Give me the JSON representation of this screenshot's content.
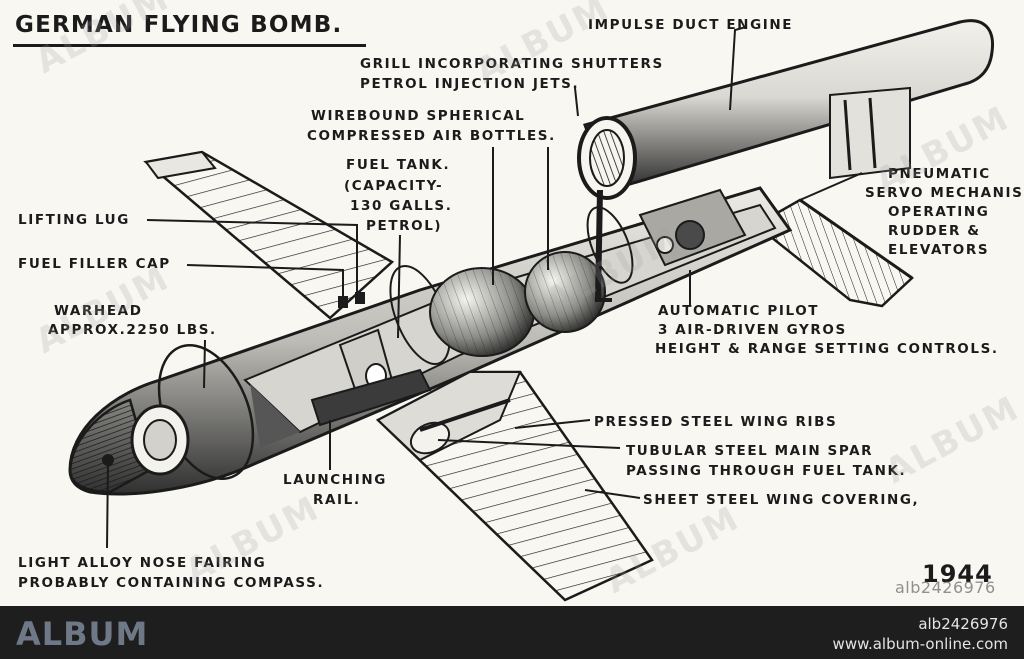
{
  "title": "GERMAN FLYING BOMB.",
  "year": "1944",
  "labels": {
    "impulse_duct_engine": "IMPULSE DUCT ENGINE",
    "grill_line1": "GRILL INCORPORATING SHUTTERS",
    "grill_line2": "PETROL INJECTION JETS.",
    "air_bottles_line1": "WIREBOUND SPHERICAL",
    "air_bottles_line2": "COMPRESSED AIR BOTTLES.",
    "fuel_tank_line1": "FUEL TANK.",
    "fuel_tank_line2": "(CAPACITY-",
    "fuel_tank_line3": "130 GALLS.",
    "fuel_tank_line4": "PETROL)",
    "lifting_lug": "LIFTING LUG",
    "fuel_filler_cap": "FUEL FILLER CAP",
    "warhead_line1": "WARHEAD",
    "warhead_line2": "APPROX.2250 LBS.",
    "servo_line1": "PNEUMATIC",
    "servo_line2": "SERVO MECHANISM",
    "servo_line3": "OPERATING",
    "servo_line4": "RUDDER &",
    "servo_line5": "ELEVATORS",
    "autopilot_line1": "AUTOMATIC PILOT",
    "autopilot_line2": "3 AIR-DRIVEN GYROS",
    "autopilot_line3": "HEIGHT & RANGE SETTING CONTROLS.",
    "wing_ribs": "PRESSED STEEL WING RIBS",
    "spar_line1": "TUBULAR STEEL MAIN SPAR",
    "spar_line2": "PASSING THROUGH FUEL TANK.",
    "wing_covering": "SHEET STEEL WING COVERING,",
    "launching_rail_line1": "LAUNCHING",
    "launching_rail_line2": "RAIL.",
    "nose_line1": "LIGHT ALLOY NOSE FAIRING",
    "nose_line2": "PROBABLY CONTAINING COMPASS."
  },
  "watermark": {
    "text": "ALBUM",
    "image_id": "alb2426976"
  },
  "footer": {
    "brand": "ALBUM",
    "reference_id": "alb2426976",
    "website": "www.album-online.com"
  },
  "colors": {
    "ink": "#1b1b1b",
    "paper": "#f8f7f2",
    "footer_bg": "#1e1e1e",
    "brand": "#6e7886"
  }
}
